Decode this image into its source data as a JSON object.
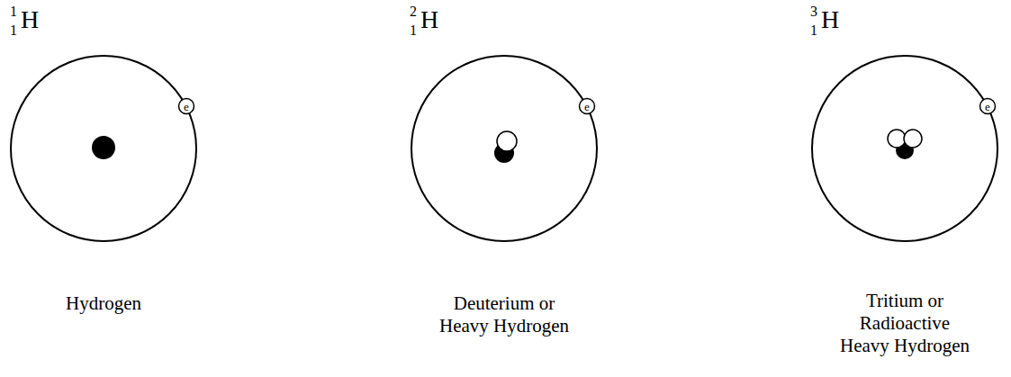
{
  "diagram": {
    "nodes": [
      {
        "text": [
          "e"
        ]
      },
      {
        "text": [
          "e"
        ]
      },
      {
        "text": [
          "e"
        ]
      }
    ],
    "labels": [
      "1",
      "1",
      "H",
      "Hydrogen",
      "2",
      "1",
      "H",
      "Deuterium or Heavy Hydrogen",
      "3",
      "1",
      "H",
      "Tritium or Radioactive Heavy Hydrogen"
    ]
  }
}
